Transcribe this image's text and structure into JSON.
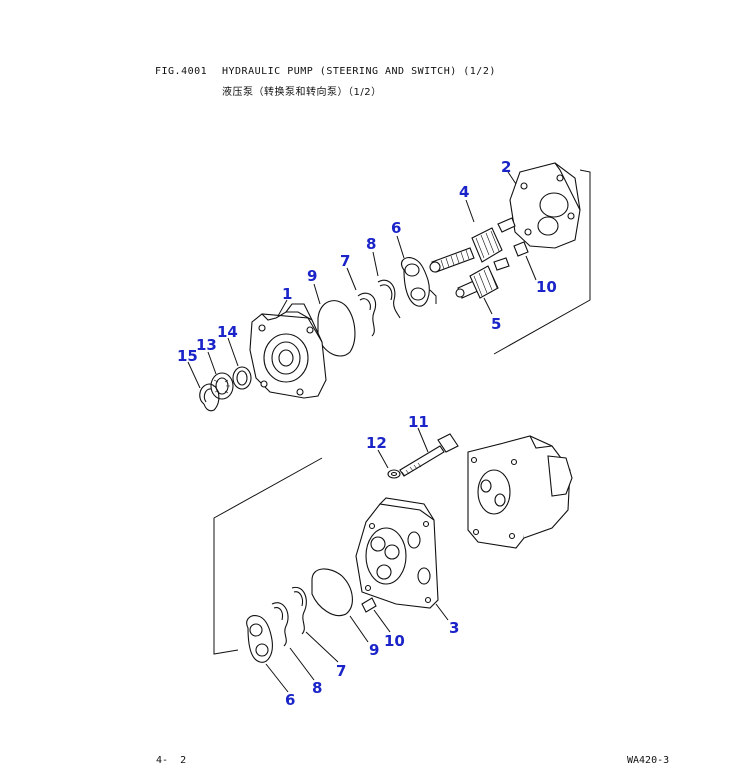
{
  "header": {
    "fig": "FIG.4001",
    "title": "HYDRAULIC PUMP (STEERING AND SWITCH) (1/2)",
    "title_cn": "液压泵（转换泵和转向泵）（1/2）"
  },
  "footer": {
    "page": "4-  2",
    "model": "WA420-3"
  },
  "callouts": {
    "c1": "1",
    "c2": "2",
    "c3": "3",
    "c4": "4",
    "c5": "5",
    "c6a": "6",
    "c6b": "6",
    "c7a": "7",
    "c7b": "7",
    "c8a": "8",
    "c8b": "8",
    "c9a": "9",
    "c9b": "9",
    "c10a": "10",
    "c10b": "10",
    "c11": "11",
    "c12": "12",
    "c13": "13",
    "c14": "14",
    "c15": "15"
  },
  "colors": {
    "callout": "#1a24c8",
    "line": "#111111"
  }
}
